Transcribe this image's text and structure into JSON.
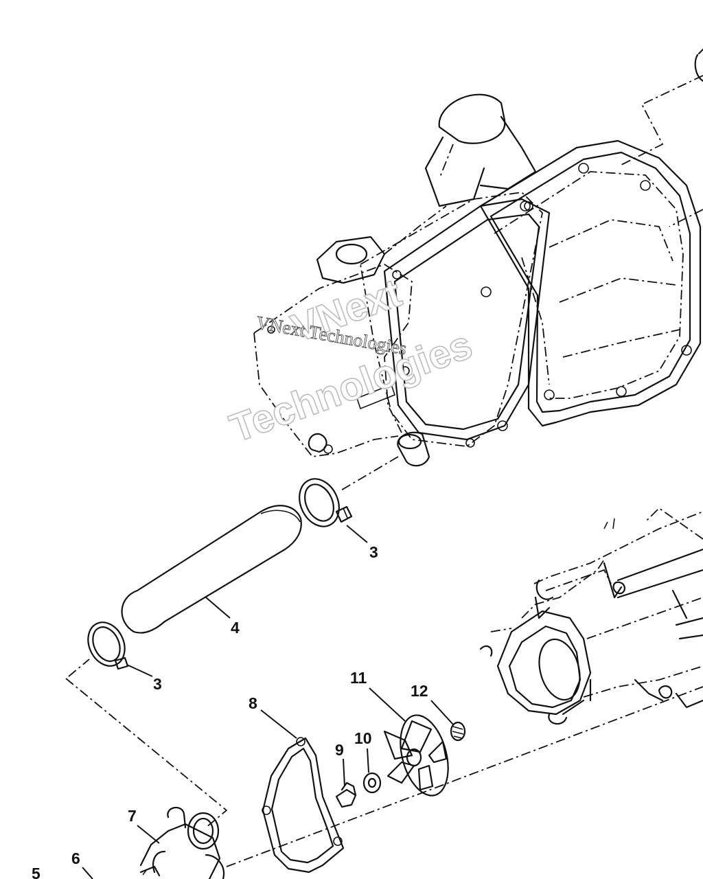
{
  "watermark": {
    "text": "VNext Technologies",
    "line1": "VNext",
    "line2": "Technologies"
  },
  "callouts": [
    {
      "id": "3-upper",
      "label": "3"
    },
    {
      "id": "4",
      "label": "4"
    },
    {
      "id": "3-lower",
      "label": "3"
    },
    {
      "id": "11",
      "label": "11"
    },
    {
      "id": "12",
      "label": "12"
    },
    {
      "id": "8",
      "label": "8"
    },
    {
      "id": "10",
      "label": "10"
    },
    {
      "id": "9",
      "label": "9"
    },
    {
      "id": "7",
      "label": "7"
    },
    {
      "id": "6",
      "label": "6"
    },
    {
      "id": "5",
      "label": "5"
    }
  ]
}
